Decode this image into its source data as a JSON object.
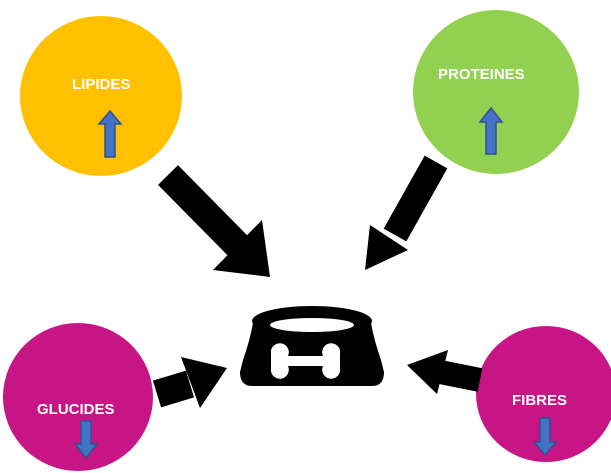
{
  "nodes": [
    {
      "id": "lipides",
      "label": "LIPIDES",
      "color": "#FFC000",
      "trend": "up",
      "trend_icon": "arrow-up-icon"
    },
    {
      "id": "proteines",
      "label": "PROTEINES",
      "color": "#92D050",
      "trend": "up",
      "trend_icon": "arrow-up-icon"
    },
    {
      "id": "glucides",
      "label": "GLUCIDES",
      "color": "#C71585",
      "trend": "down",
      "trend_icon": "arrow-down-icon"
    },
    {
      "id": "fibres",
      "label": "FIBRES",
      "color": "#C71585",
      "trend": "down",
      "trend_icon": "arrow-down-icon"
    }
  ],
  "center_icon": "dog-bowl-bone-icon",
  "colors": {
    "trend_arrow_fill": "#4472C4",
    "trend_arrow_stroke": "#2F528F",
    "connector": "#000000",
    "text": "#FFFFFF"
  }
}
